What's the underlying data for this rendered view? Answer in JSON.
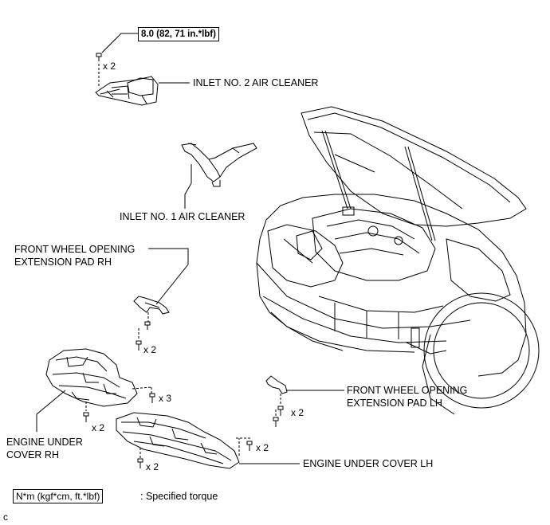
{
  "torque_value": "8.0 (82, 71 in.*lbf)",
  "labels": {
    "inlet2": "INLET NO. 2 AIR CLEANER",
    "inlet1": "INLET NO. 1 AIR CLEANER",
    "pad_rh_line1": "FRONT WHEEL OPENING",
    "pad_rh_line2": "EXTENSION PAD RH",
    "pad_lh_line1": "FRONT WHEEL OPENING",
    "pad_lh_line2": "EXTENSION PAD LH",
    "cover_rh_line1": "ENGINE UNDER",
    "cover_rh_line2": "COVER RH",
    "cover_lh": "ENGINE UNDER COVER LH"
  },
  "quantities": {
    "inlet2_bolts": "x 2",
    "pad_rh_bolts": "x 2",
    "cover_rh_side": "x 3",
    "cover_rh_bottom": "x 2",
    "cover_lh_left": "x 2",
    "cover_lh_right": "x 2",
    "pad_lh_bolts": "x 2"
  },
  "legend": {
    "unit_box": "N*m (kgf*cm, ft.*lbf)",
    "description": ": Specified torque"
  },
  "corner_mark": "c"
}
